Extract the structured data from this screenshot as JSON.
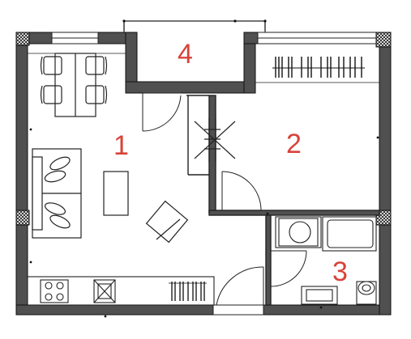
{
  "rooms": [
    {
      "id": "1",
      "number": "1"
    },
    {
      "id": "2",
      "number": "2"
    },
    {
      "id": "3",
      "number": "3"
    },
    {
      "id": "4",
      "number": "4"
    }
  ],
  "colors": {
    "wall": "#505050",
    "wall_outline": "#111111",
    "line": "#222222",
    "room_number": "#d8433a",
    "background": "#ffffff"
  },
  "icons": [
    "dining-table",
    "chair",
    "sofa",
    "coffee-table",
    "armchair",
    "stove",
    "sink",
    "radiator",
    "bathtub",
    "washing-machine",
    "toilet",
    "wardrobe",
    "door"
  ]
}
